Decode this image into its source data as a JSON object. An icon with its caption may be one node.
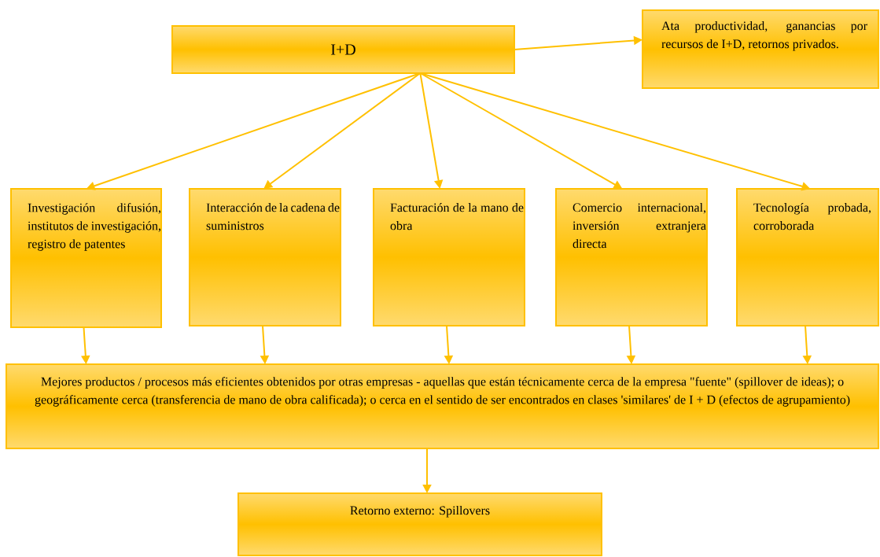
{
  "diagram": {
    "nodes": [
      {
        "text": [
          "I+D"
        ]
      },
      {
        "text": [
          "Ata productividad, ganancias por recursos de I+D, retornos privados."
        ]
      },
      {
        "text": [
          "Investigación difusión, institutos de investigación, registro de patentes"
        ]
      },
      {
        "text": [
          "Interacción de la cadena de suministros"
        ]
      },
      {
        "text": [
          "Facturación de la mano de obra"
        ]
      },
      {
        "text": [
          "Comercio internacional, inversión extranjera directa"
        ]
      },
      {
        "text": [
          "Tecnología probada, corroborada"
        ]
      },
      {
        "text": [
          "Mejores productos / procesos más eficientes obtenidos por otras empresas - aquellas que están técnicamente cerca de la empresa \"fuente\" (spillover de ideas); o geográficamente cerca (transferencia de mano de obra calificada); o cerca en el sentido de ser encontrados en clases 'similares' de I + D (efectos de agrupamiento)"
        ]
      },
      {
        "text": [
          "Retorno externo: Spillovers"
        ]
      }
    ],
    "edges": [
      {
        "from": 0,
        "to": 1,
        "arrow": "to"
      },
      {
        "from": 0,
        "to": 2,
        "arrow": "to"
      },
      {
        "from": 0,
        "to": 3,
        "arrow": "to"
      },
      {
        "from": 0,
        "to": 4,
        "arrow": "to"
      },
      {
        "from": 0,
        "to": 5,
        "arrow": "to"
      },
      {
        "from": 0,
        "to": 6,
        "arrow": "to"
      },
      {
        "from": 2,
        "to": 7,
        "arrow": "to"
      },
      {
        "from": 3,
        "to": 7,
        "arrow": "to"
      },
      {
        "from": 4,
        "to": 7,
        "arrow": "to"
      },
      {
        "from": 5,
        "to": 7,
        "arrow": "to"
      },
      {
        "from": 6,
        "to": 7,
        "arrow": "to"
      },
      {
        "from": 7,
        "to": 8,
        "arrow": "to"
      }
    ]
  }
}
